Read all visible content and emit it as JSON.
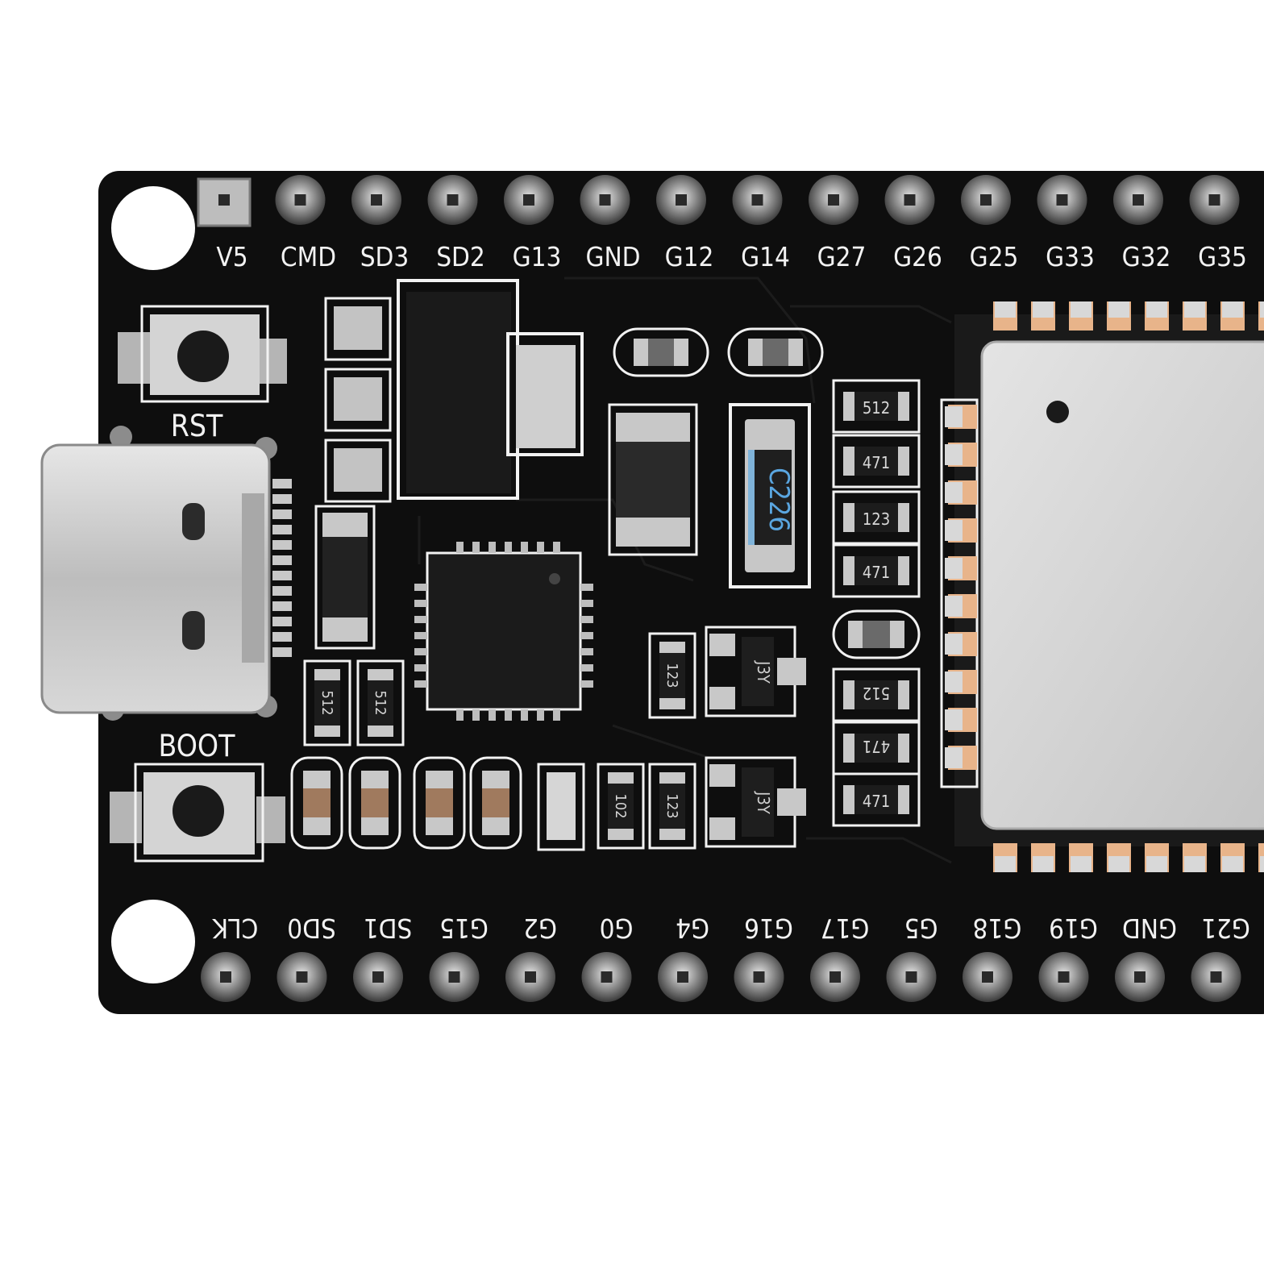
{
  "colors": {
    "background": "#ffffff",
    "pcb": "#0e0e0e",
    "silkscreen": "#f2f2f2",
    "pad_silver": "#c9c9c9",
    "copper_pad": "#e8b48a",
    "module_shield": "#d6d6d6"
  },
  "board": {
    "top_header_labels": [
      "V5",
      "CMD",
      "SD3",
      "SD2",
      "G13",
      "GND",
      "G12",
      "G14",
      "G27",
      "G26",
      "G25",
      "G33",
      "G32",
      "G35"
    ],
    "bottom_header_labels": [
      "CLK",
      "SD0",
      "SD1",
      "G15",
      "G2",
      "G0",
      "G4",
      "G16",
      "G17",
      "G5",
      "G18",
      "G19",
      "GND",
      "G21"
    ],
    "buttons": {
      "reset_label": "RST",
      "boot_label": "BOOT"
    },
    "capacitor_marking": "C226",
    "transistor_marking": "J3Y",
    "resistor_column_markings": [
      "512",
      "471",
      "123",
      "471",
      "512",
      "471",
      "471"
    ],
    "small_resistor_markings": [
      "512",
      "512",
      "123",
      "102",
      "123"
    ]
  }
}
